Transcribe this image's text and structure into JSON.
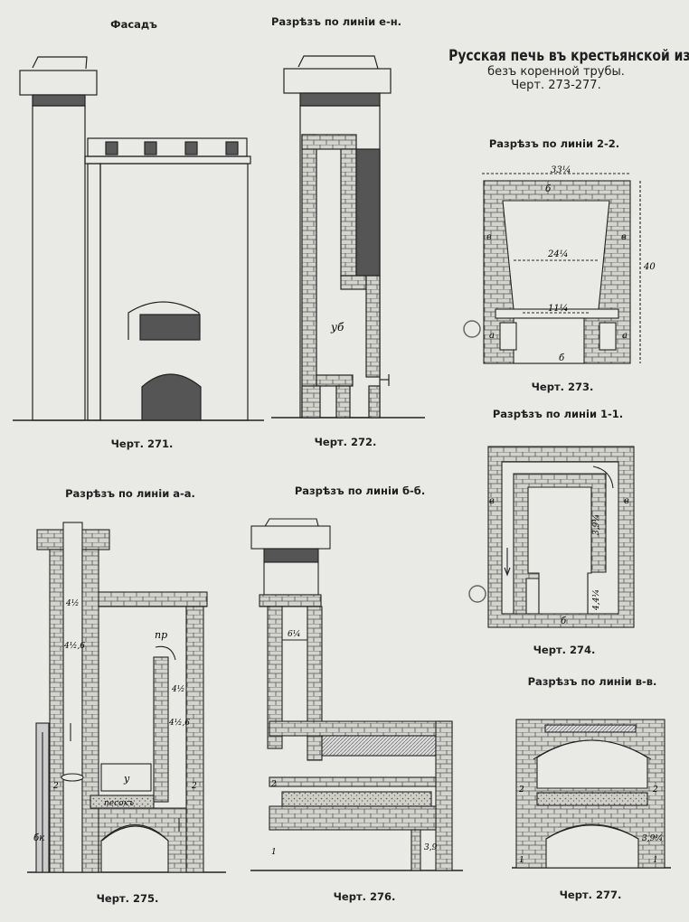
{
  "title": {
    "main": "Русская печь въ крестьянской избѣ",
    "sub": "безъ коренной трубы.",
    "range": "Черт. 273-277."
  },
  "sections": {
    "facade": "Фасадъ",
    "ee": "Разрѣзъ по линiи е-н.",
    "s22": "Разрѣзъ по линiи 2-2.",
    "s11": "Разрѣзъ по линiи 1-1.",
    "aa": "Разрѣзъ по линiи а-а.",
    "bb": "Разрѣзъ по линiи б-б.",
    "vv": "Разрѣзъ по линiи в-в."
  },
  "figures": {
    "f271": "Черт. 271.",
    "f272": "Черт. 272.",
    "f273": "Черт. 273.",
    "f274": "Черт. 274.",
    "f275": "Черт. 275.",
    "f276": "Черт. 276.",
    "f277": "Черт. 277."
  },
  "labels": {
    "ub": "уб",
    "dim_33": "33¼",
    "dim_24": "24¼",
    "dim_11": "11¼",
    "dim_40": "40",
    "a": "а",
    "b": "б",
    "v": "в",
    "v39": "3,9¼",
    "v44": "4,4¼",
    "half": "4½",
    "half6": "4½,6",
    "pr": "пр",
    "u": "у",
    "pesok": "песокъ",
    "bk": "бк",
    "two": "2",
    "one": "1",
    "six": "6¼",
    "n39": "3,9"
  }
}
